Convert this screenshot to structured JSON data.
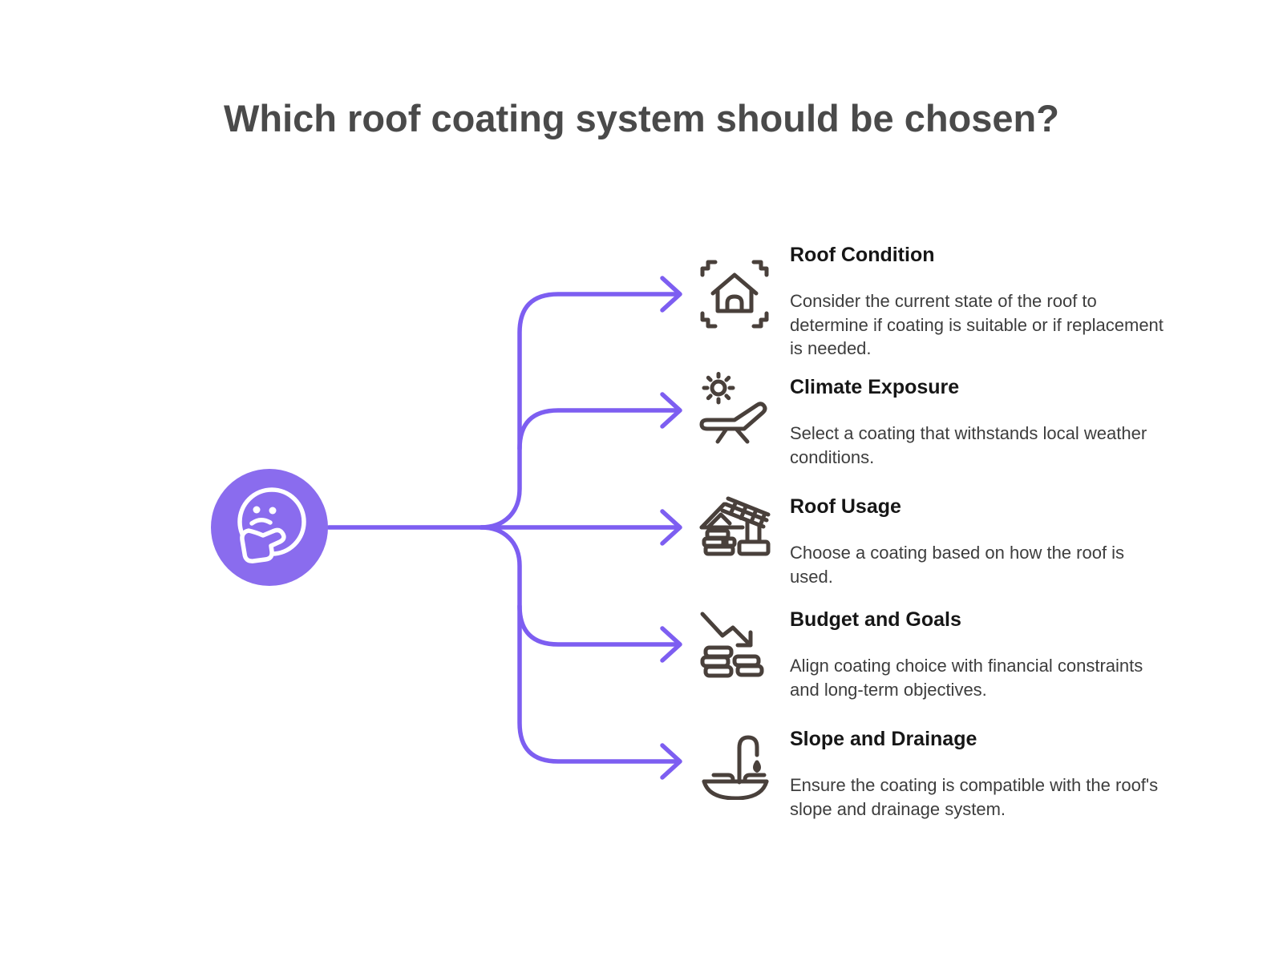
{
  "title": "Which roof coating system should be chosen?",
  "colors": {
    "accent_purple": "#7D5EF1",
    "node_fill": "#8A6CEE",
    "icon_stroke": "#49403B",
    "title_text": "#4A4A4A",
    "heading_text": "#161616",
    "body_text": "#3D3D3D"
  },
  "center_node": {
    "icon": "thinking-face-icon"
  },
  "items": [
    {
      "heading": "Roof Condition",
      "description": "Consider the current state of the roof to determine if coating is suitable or if replacement is needed.",
      "icon": "house-scan-icon"
    },
    {
      "heading": "Climate Exposure",
      "description": "Select a coating that withstands local weather conditions.",
      "icon": "sun-lounger-icon"
    },
    {
      "heading": "Roof Usage",
      "description": "Choose a coating based on how the roof is used.",
      "icon": "roof-construction-icon"
    },
    {
      "heading": "Budget and Goals",
      "description": "Align coating choice with financial constraints and long-term objectives.",
      "icon": "declining-costs-icon"
    },
    {
      "heading": "Slope and Drainage",
      "description": "Ensure the coating is compatible with the roof's slope and drainage system.",
      "icon": "drain-basin-icon"
    }
  ]
}
